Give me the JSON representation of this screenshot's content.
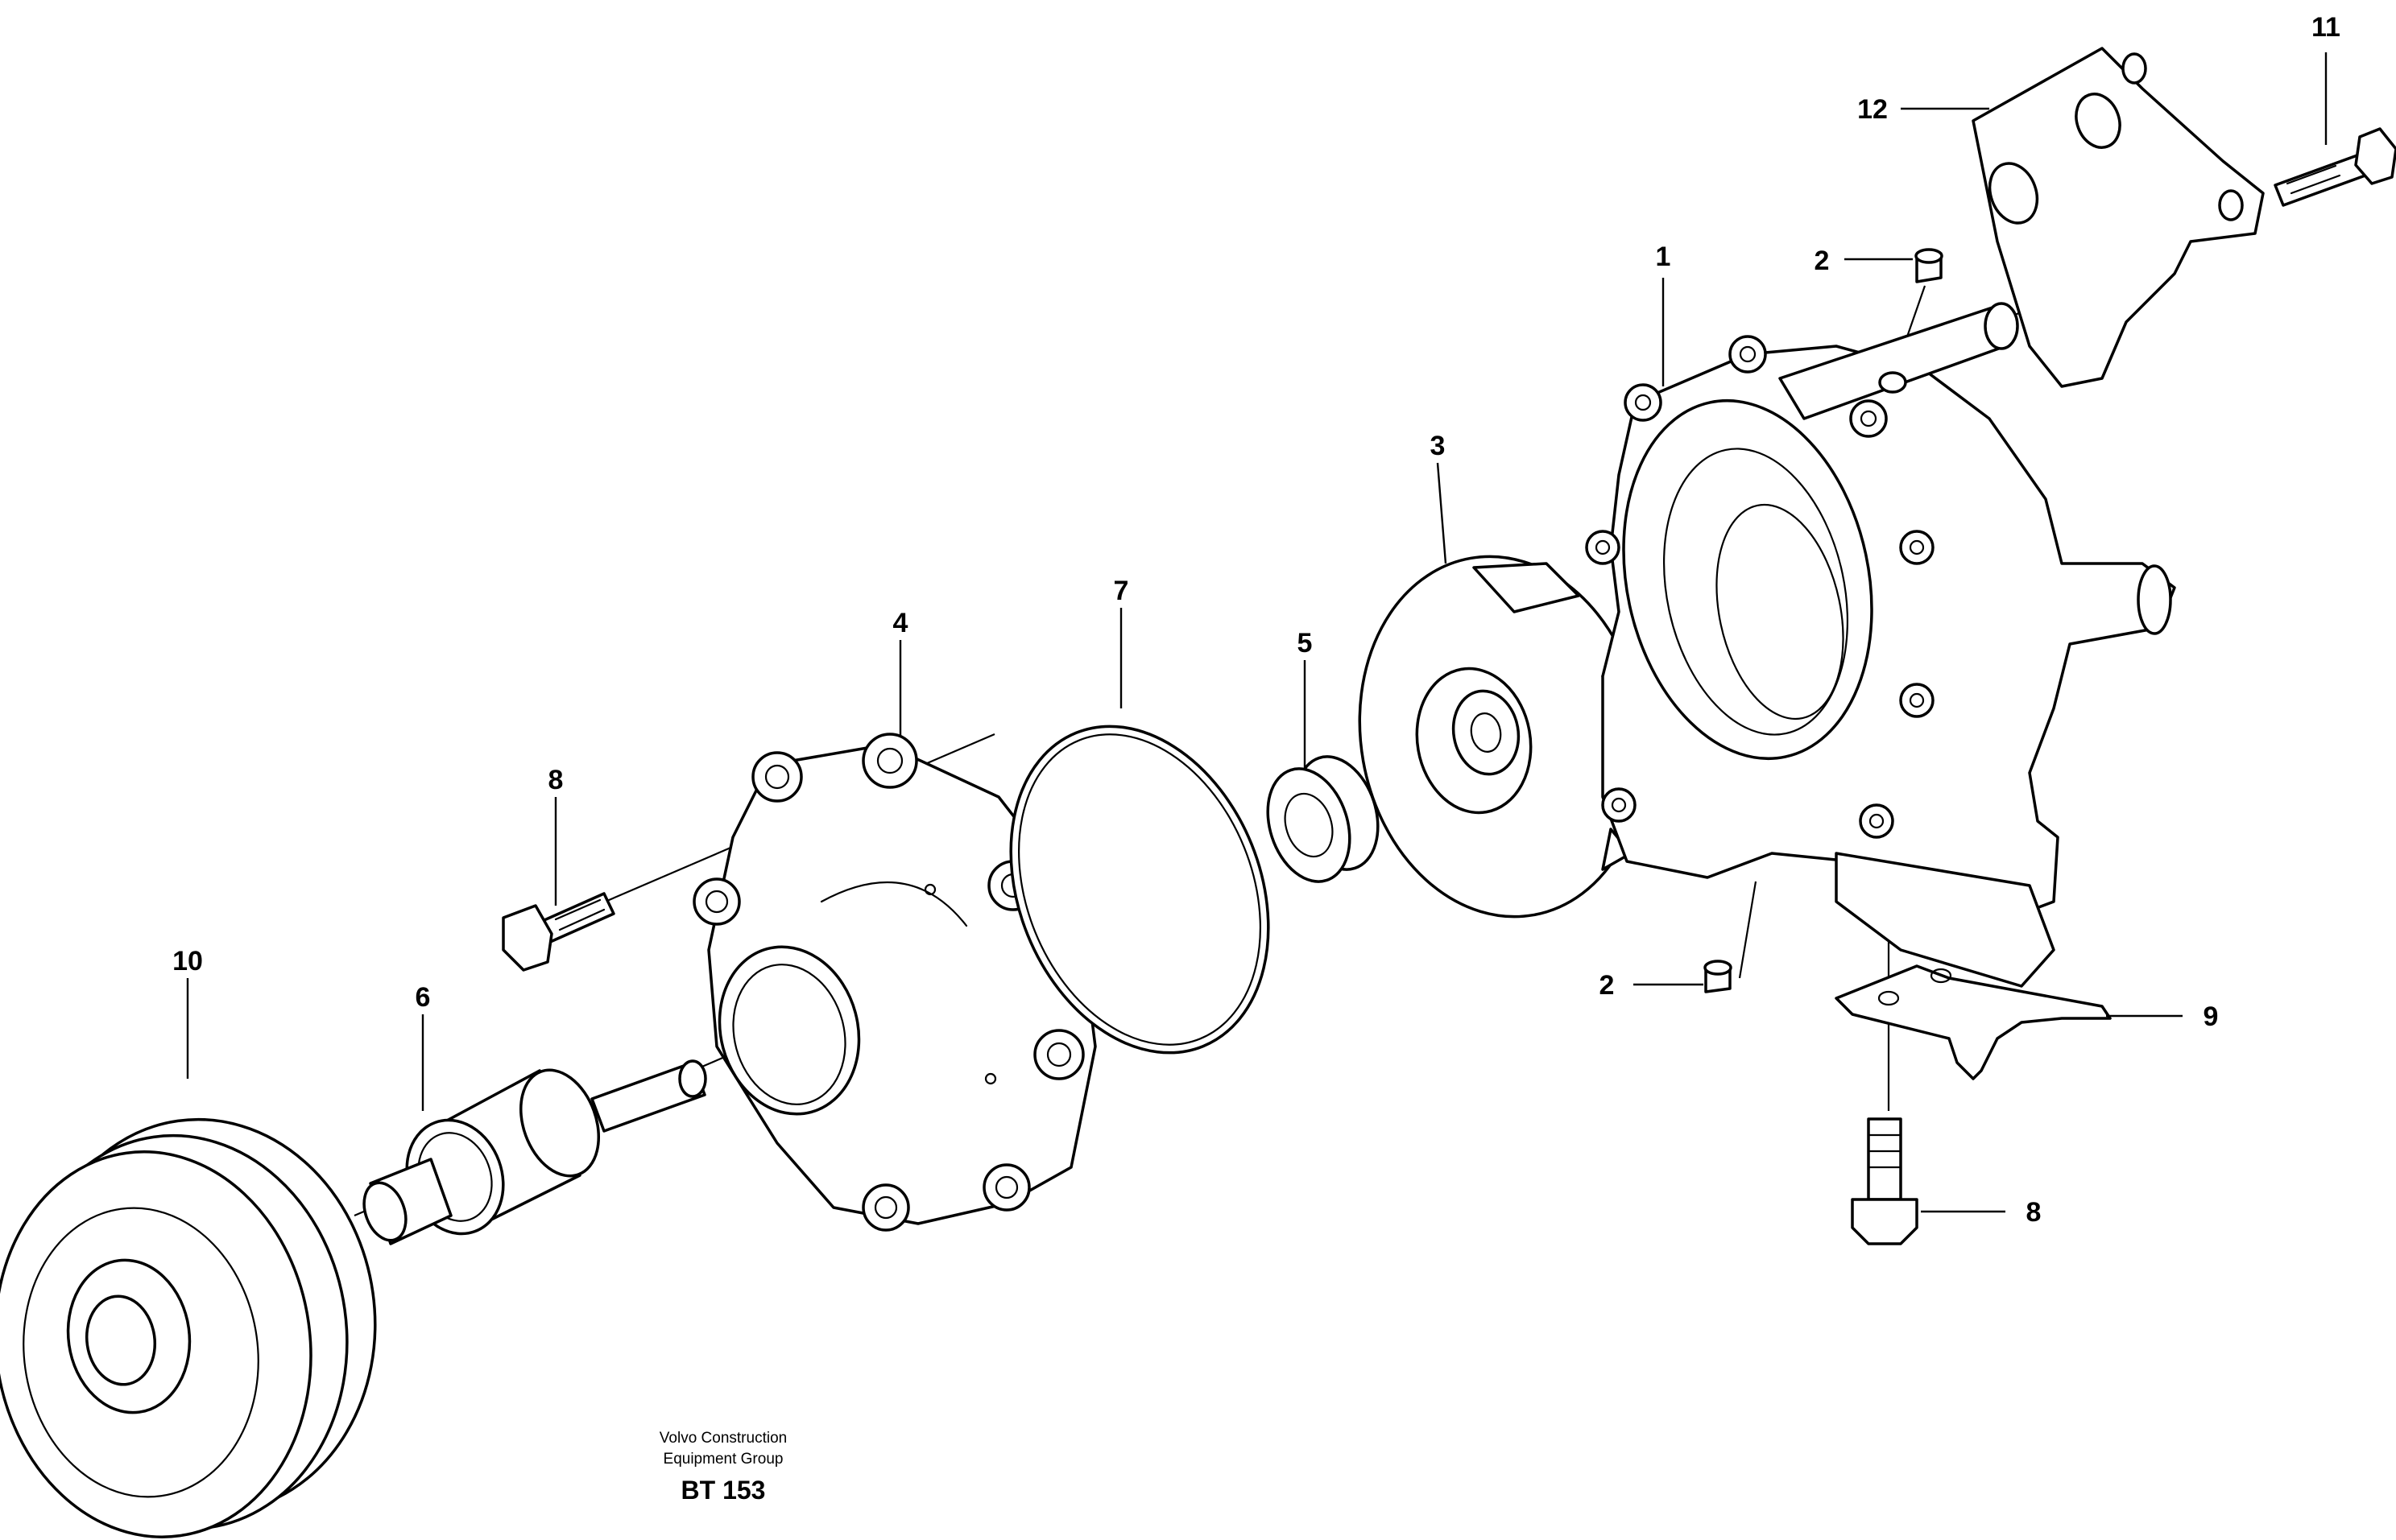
{
  "callouts": {
    "c1": "1",
    "c2a": "2",
    "c2b": "2",
    "c3": "3",
    "c4": "4",
    "c5": "5",
    "c6": "6",
    "c7": "7",
    "c8a": "8",
    "c8b": "8",
    "c9": "9",
    "c10": "10",
    "c11": "11",
    "c12": "12"
  },
  "footer": {
    "line1": "Volvo Construction",
    "line2": "Equipment Group",
    "code": "BT 153"
  }
}
